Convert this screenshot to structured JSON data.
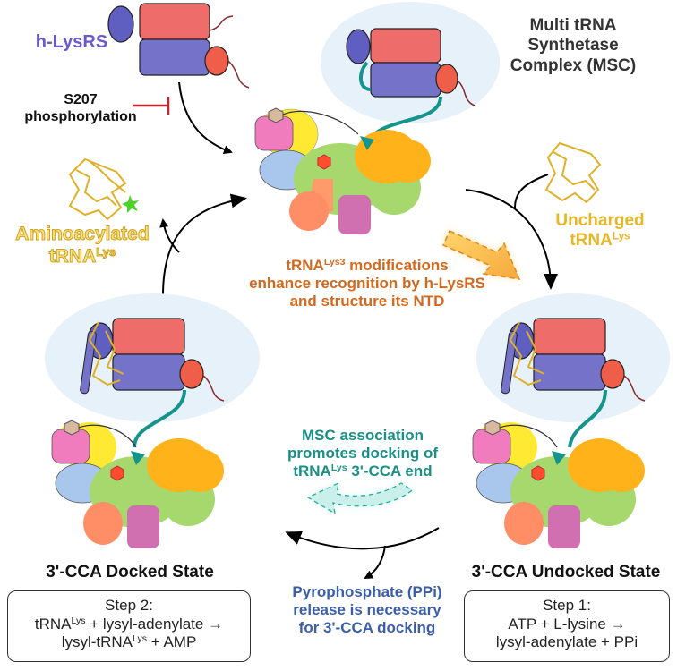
{
  "labels": {
    "hlysrs": "h-LysRS",
    "s207_line1": "S207",
    "s207_line2": "phosphorylation",
    "msc_line1": "Multi tRNA",
    "msc_line2": "Synthetase",
    "msc_line3": "Complex (MSC)",
    "aminoacylated": "Aminoacylated",
    "trna_word": "tRNA",
    "lys_sup": "Lys",
    "lys3_sup": "Lys3",
    "uncharged": "Uncharged",
    "mod_line1_rest": " modifications",
    "mod_line2": "enhance recognition by h-LysRS",
    "mod_line3": "and structure its NTD",
    "msc_assoc_line1": "MSC association",
    "msc_assoc_line2": "promotes docking of",
    "msc_assoc_line3_rest": " 3'-CCA end",
    "ppi_line1": "Pyrophosphate (PPi)",
    "ppi_line2": "release is necessary",
    "ppi_line3": "for 3'-CCA docking",
    "docked_state": "3'-CCA Docked State",
    "undocked_state": "3'-CCA Undocked State",
    "step2_title": "Step 2:",
    "step2_line1_rest": " + lysyl-adenylate →",
    "step2_line2_start": "lysyl-tRNA",
    "step2_line2_end": " + AMP",
    "step1_title": "Step 1:",
    "step1_line1": "ATP + L-lysine →",
    "step1_line2": "lysyl-adenylate + PPi"
  },
  "colors": {
    "lysrs_label": "#6a5acd",
    "inhibit": "#c0282d",
    "gold": "#e6b825",
    "modification_text": "#d2691e",
    "teal_text": "#1a8f86",
    "blue_text": "#3b5ea8",
    "halo": "#e6f1fa",
    "red_domain": "#ef6f6c",
    "purple_domain": "#7270c4",
    "teal_linker": "#15948c"
  },
  "icons": {
    "inhibition": "inhibition-bar-icon",
    "star": "aminoacyl-star-icon"
  }
}
